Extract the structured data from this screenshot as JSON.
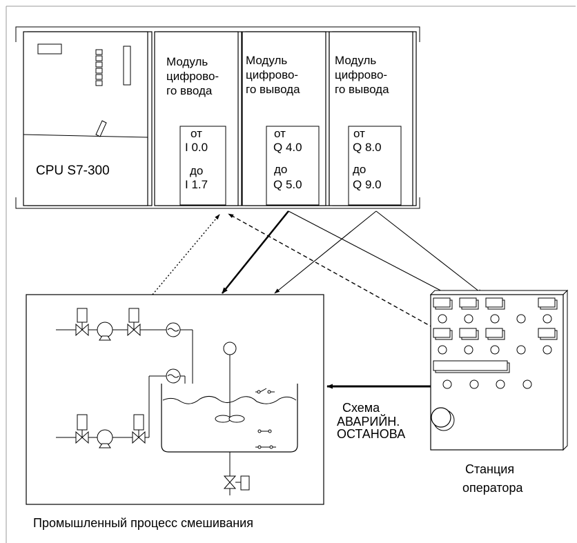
{
  "plc": {
    "cpu_label": "CPU S7-300",
    "modules": [
      {
        "title_lines": [
          "Модуль",
          "цифрово-",
          "го ввода"
        ],
        "range_from_label": "от",
        "range_from": "I 0.0",
        "range_to_label": "до",
        "range_to": "I 1.7"
      },
      {
        "title_lines": [
          "Модуль",
          "цифрово-",
          "го вывода"
        ],
        "range_from_label": "от",
        "range_from": "Q 4.0",
        "range_to_label": "до",
        "range_to": "Q 5.0"
      },
      {
        "title_lines": [
          "Модуль",
          "цифрово-",
          "го вывода"
        ],
        "range_from_label": "от",
        "range_from": "Q 8.0",
        "range_to_label": "до",
        "range_to": "Q 9.0"
      }
    ]
  },
  "process": {
    "caption": "Промышленный процесс смешивания"
  },
  "operator_station": {
    "caption_lines": [
      "Станция",
      "оператора"
    ]
  },
  "emergency_stop": {
    "label_lines": [
      "Схема",
      "АВАРИЙН.",
      "ОСТАНОВА"
    ]
  }
}
